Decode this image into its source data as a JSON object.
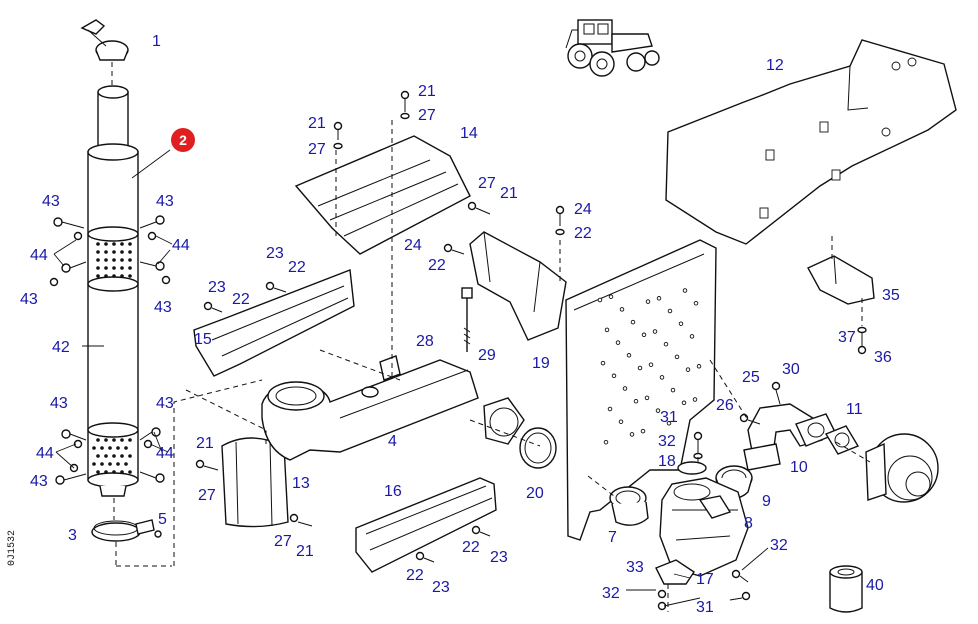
{
  "diagram": {
    "drawing_code": "0J1532",
    "highlighted_part": "2",
    "label_color": "#1a1aa6",
    "badge_color": "#e02020",
    "labels": [
      {
        "id": "l1",
        "text": "1"
      },
      {
        "id": "l2",
        "text": "2"
      },
      {
        "id": "l3",
        "text": "3"
      },
      {
        "id": "l4",
        "text": "4"
      },
      {
        "id": "l5",
        "text": "5"
      },
      {
        "id": "l7",
        "text": "7"
      },
      {
        "id": "l8",
        "text": "8"
      },
      {
        "id": "l9",
        "text": "9"
      },
      {
        "id": "l10",
        "text": "10"
      },
      {
        "id": "l11",
        "text": "11"
      },
      {
        "id": "l12",
        "text": "12"
      },
      {
        "id": "l13",
        "text": "13"
      },
      {
        "id": "l14",
        "text": "14"
      },
      {
        "id": "l15",
        "text": "15"
      },
      {
        "id": "l16",
        "text": "16"
      },
      {
        "id": "l17",
        "text": "17"
      },
      {
        "id": "l18",
        "text": "18"
      },
      {
        "id": "l19",
        "text": "19"
      },
      {
        "id": "l20",
        "text": "20"
      },
      {
        "id": "l21a",
        "text": "21"
      },
      {
        "id": "l21b",
        "text": "21"
      },
      {
        "id": "l21c",
        "text": "21"
      },
      {
        "id": "l21d",
        "text": "21"
      },
      {
        "id": "l21e",
        "text": "21"
      },
      {
        "id": "l22a",
        "text": "22"
      },
      {
        "id": "l22b",
        "text": "22"
      },
      {
        "id": "l22c",
        "text": "22"
      },
      {
        "id": "l22d",
        "text": "22"
      },
      {
        "id": "l22e",
        "text": "22"
      },
      {
        "id": "l22f",
        "text": "22"
      },
      {
        "id": "l23a",
        "text": "23"
      },
      {
        "id": "l23b",
        "text": "23"
      },
      {
        "id": "l23c",
        "text": "23"
      },
      {
        "id": "l23d",
        "text": "23"
      },
      {
        "id": "l24a",
        "text": "24"
      },
      {
        "id": "l24b",
        "text": "24"
      },
      {
        "id": "l25",
        "text": "25"
      },
      {
        "id": "l26",
        "text": "26"
      },
      {
        "id": "l27a",
        "text": "27"
      },
      {
        "id": "l27b",
        "text": "27"
      },
      {
        "id": "l27c",
        "text": "27"
      },
      {
        "id": "l27d",
        "text": "27"
      },
      {
        "id": "l27e",
        "text": "27"
      },
      {
        "id": "l28",
        "text": "28"
      },
      {
        "id": "l29",
        "text": "29"
      },
      {
        "id": "l30",
        "text": "30"
      },
      {
        "id": "l31a",
        "text": "31"
      },
      {
        "id": "l31b",
        "text": "31"
      },
      {
        "id": "l32a",
        "text": "32"
      },
      {
        "id": "l32b",
        "text": "32"
      },
      {
        "id": "l32c",
        "text": "32"
      },
      {
        "id": "l33",
        "text": "33"
      },
      {
        "id": "l35",
        "text": "35"
      },
      {
        "id": "l36",
        "text": "36"
      },
      {
        "id": "l37",
        "text": "37"
      },
      {
        "id": "l40",
        "text": "40"
      },
      {
        "id": "l42",
        "text": "42"
      },
      {
        "id": "l43a",
        "text": "43"
      },
      {
        "id": "l43b",
        "text": "43"
      },
      {
        "id": "l43c",
        "text": "43"
      },
      {
        "id": "l43d",
        "text": "43"
      },
      {
        "id": "l43e",
        "text": "43"
      },
      {
        "id": "l43f",
        "text": "43"
      },
      {
        "id": "l43g",
        "text": "43"
      },
      {
        "id": "l44a",
        "text": "44"
      },
      {
        "id": "l44b",
        "text": "44"
      },
      {
        "id": "l44c",
        "text": "44"
      },
      {
        "id": "l44d",
        "text": "44"
      }
    ]
  }
}
